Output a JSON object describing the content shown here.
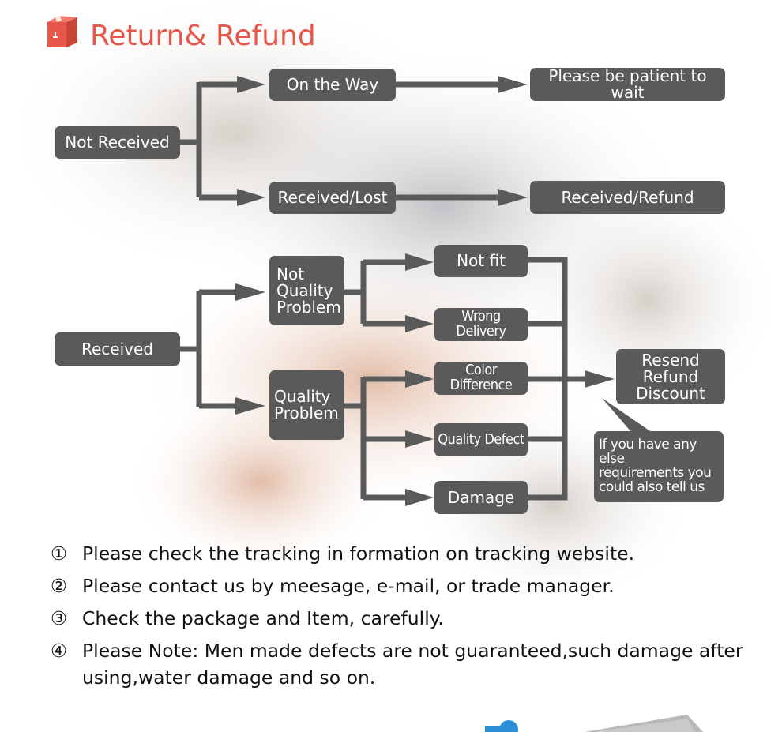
{
  "header": {
    "title": "Return& Refund",
    "icon": "package-box-icon"
  },
  "colors": {
    "title": "#e8584a",
    "node_fill": "#5a5a5a",
    "connector": "#5a5a5a",
    "node_text": "#ffffff"
  },
  "flow": {
    "not_received": {
      "root": "Not Received",
      "branch_on_way": "On the Way",
      "result_on_way": "Please be patient to wait",
      "branch_lost": "Received/Lost",
      "result_lost": "Received/Refund"
    },
    "received": {
      "root": "Received",
      "not_quality": "Not\nQuality\nProblem",
      "quality": "Quality\nProblem",
      "not_fit": "Not fit",
      "wrong_delivery": "Wrong Delivery",
      "color_difference": "Color Difference",
      "quality_defect": "Quality Defect",
      "damage": "Damage",
      "outcome": "Resend\nRefund\nDiscount",
      "note": "If you have any else\nrequirements you\ncould also tell us"
    }
  },
  "notes": [
    {
      "num": "①",
      "text": "Please check the tracking in formation on tracking website."
    },
    {
      "num": "②",
      "text": "Please contact us by meesage, e-mail, or trade manager."
    },
    {
      "num": "③",
      "text": "Check the package and Item, carefully."
    },
    {
      "num": "④",
      "text": "Please Note: Men made defects  are not guaranteed,such damage after using,water damage and so on."
    }
  ]
}
